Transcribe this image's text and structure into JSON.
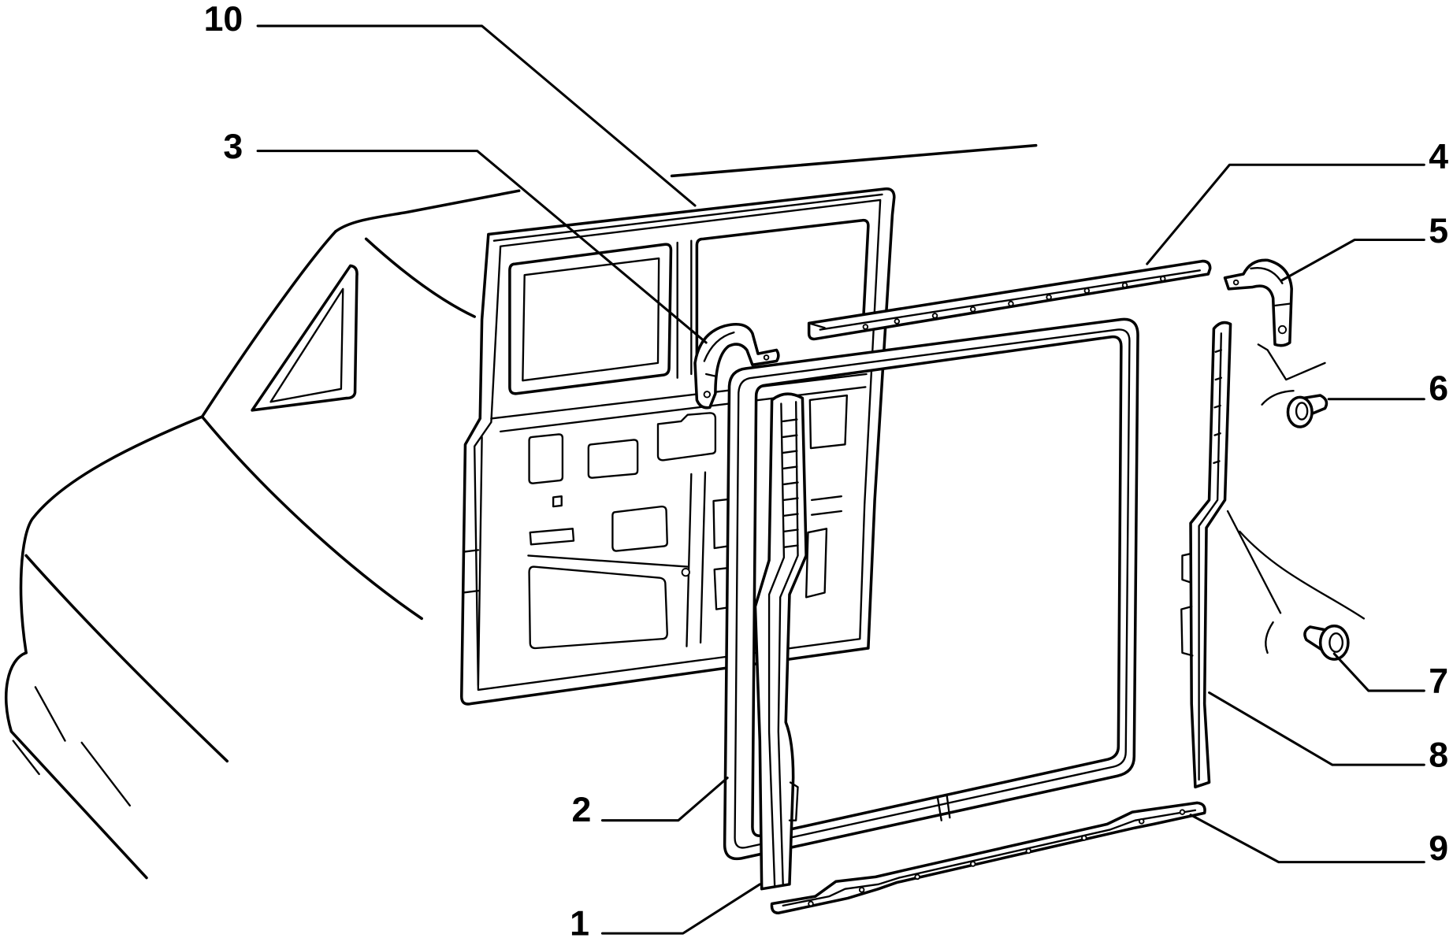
{
  "diagram": {
    "callouts": [
      {
        "label": "10"
      },
      {
        "label": "3"
      },
      {
        "label": "4"
      },
      {
        "label": "5"
      },
      {
        "label": "6"
      },
      {
        "label": "7"
      },
      {
        "label": "8"
      },
      {
        "label": "2"
      },
      {
        "label": "9"
      },
      {
        "label": "1"
      }
    ]
  },
  "colors": {
    "line": "#000000",
    "background": "#ffffff"
  }
}
